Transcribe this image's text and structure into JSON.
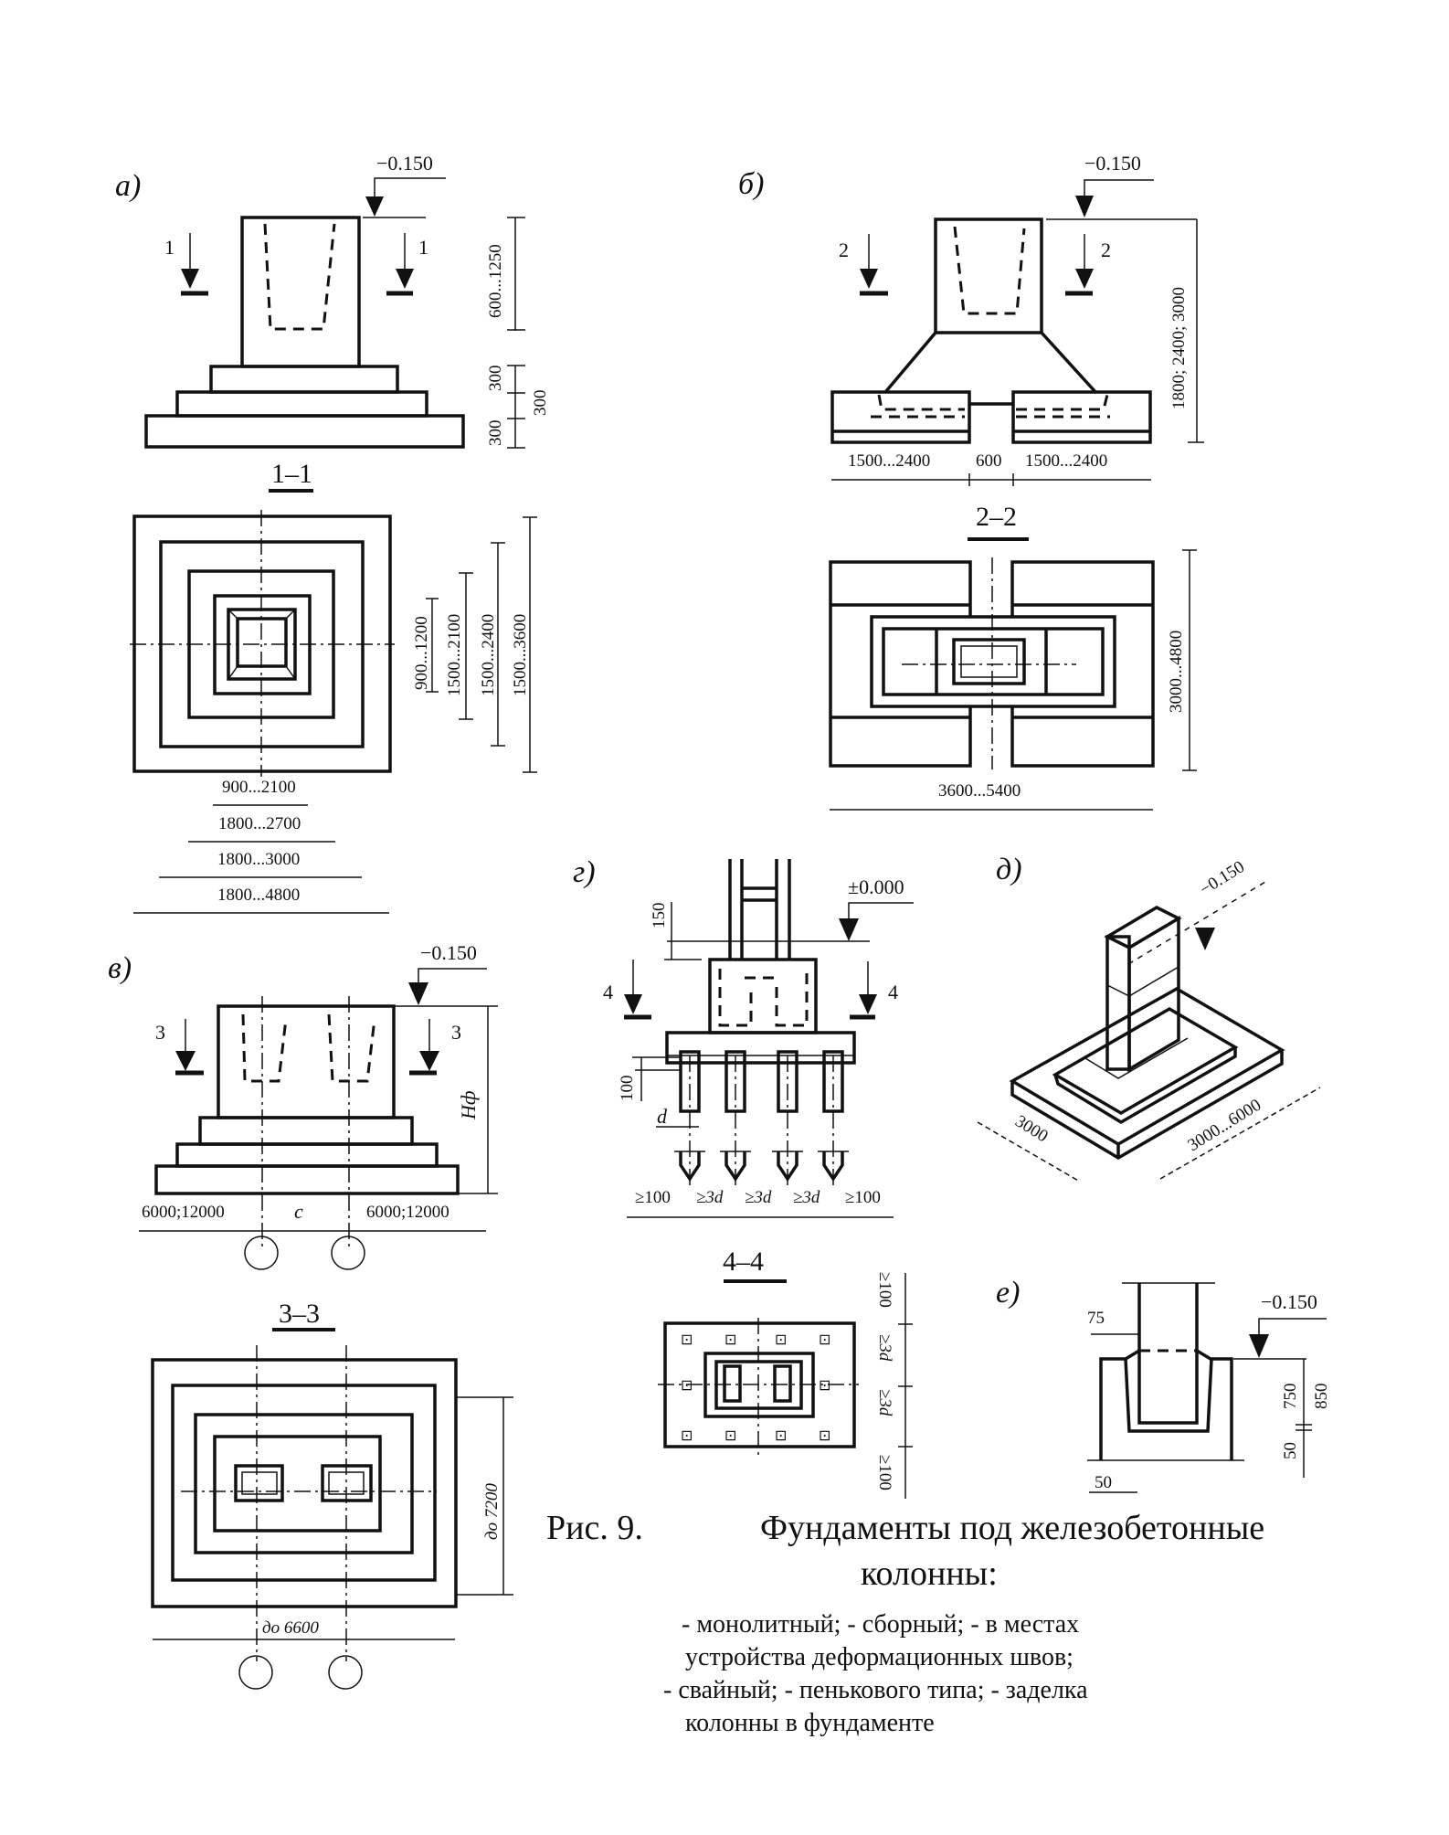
{
  "figure": {
    "number_label": "Рис. 9.",
    "title_line1": "Фундаменты под железобетонные",
    "title_line2": "колонны:",
    "items": [
      "- монолитный; - сборный; - в местах",
      "устройства деформационных швов;",
      "- свайный; - пенькового типа; - заделка",
      "колонны в фундаменте"
    ]
  },
  "panels": {
    "a": {
      "label": "а)",
      "elevation": "−0.150",
      "cut_mark": "1",
      "section_title": "1–1",
      "dims_vertical": [
        "600...1250",
        "300",
        "300",
        "300"
      ],
      "plan_dims_vertical": [
        "900...1200",
        "1500...2100",
        "1500...2400",
        "1500...3600"
      ],
      "plan_dims_horizontal": [
        "900...2100",
        "1800...2700",
        "1800...3000",
        "1800...4800"
      ]
    },
    "b": {
      "label": "б)",
      "elevation": "−0.150",
      "cut_mark": "2",
      "section_title": "2–2",
      "dim_height": "1800; 2400; 3000",
      "dims_bottom": [
        "1500...2400",
        "600",
        "1500...2400"
      ],
      "plan_dim_vertical": "3000...4800",
      "plan_dim_horizontal": "3600...5400"
    },
    "v": {
      "label": "в)",
      "elevation": "−0.150",
      "cut_mark": "3",
      "height_label": "Hф",
      "dims_bottom": [
        "6000;12000",
        "c",
        "6000;12000"
      ],
      "section_title": "3–3",
      "plan_dim_vertical": "до 7200",
      "plan_dim_horizontal": "до 6600"
    },
    "g": {
      "label": "г)",
      "elevation": "±0.000",
      "cut_mark": "4",
      "dim_150": "150",
      "dim_100": "100",
      "dim_d": "d",
      "dims_bottom": [
        "≥100",
        "≥3d",
        "≥3d",
        "≥3d",
        "≥100"
      ],
      "section_title": "4–4",
      "plan_dims_vertical": [
        "≥100",
        "≥3d",
        "≥3d",
        "≥100"
      ]
    },
    "d": {
      "label": "д)",
      "elevation": "−0.150",
      "dim_short": "3000",
      "dim_long": "3000...6000"
    },
    "e": {
      "label": "е)",
      "elevation": "−0.150",
      "dim_75": "75",
      "dim_750": "750",
      "dim_850": "850",
      "dim_50_v": "50",
      "dim_50_h": "50"
    }
  }
}
